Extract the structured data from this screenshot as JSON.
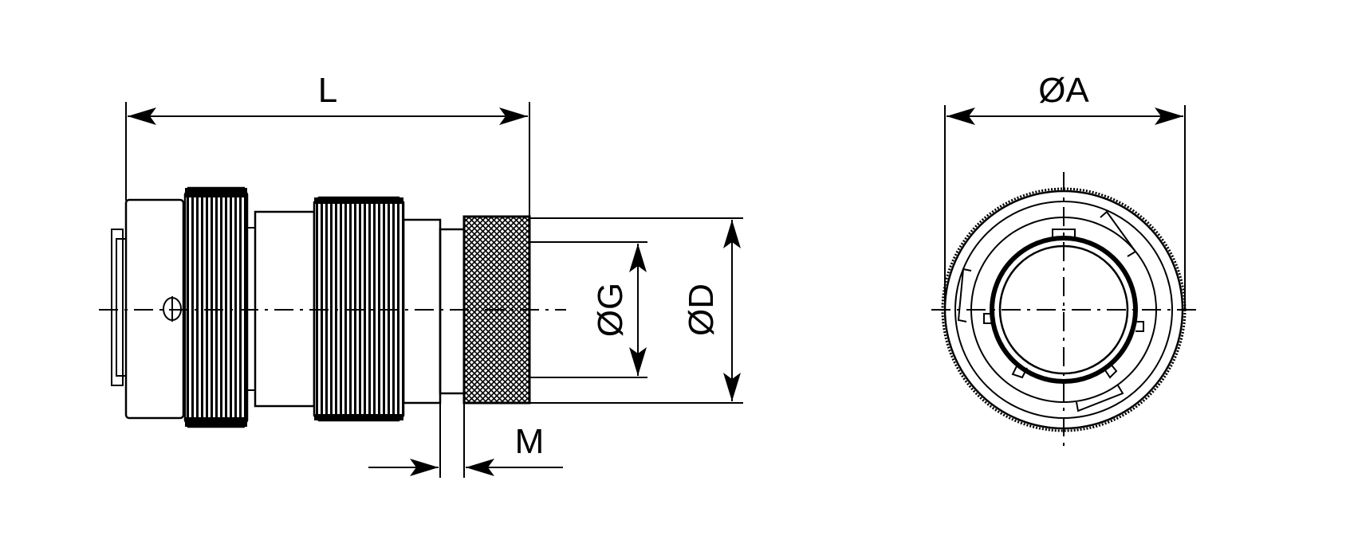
{
  "labels": {
    "length": "L",
    "outer_diameter": "ØA",
    "body_diameter": "ØD",
    "inner_diameter": "ØG",
    "gap": "M"
  }
}
